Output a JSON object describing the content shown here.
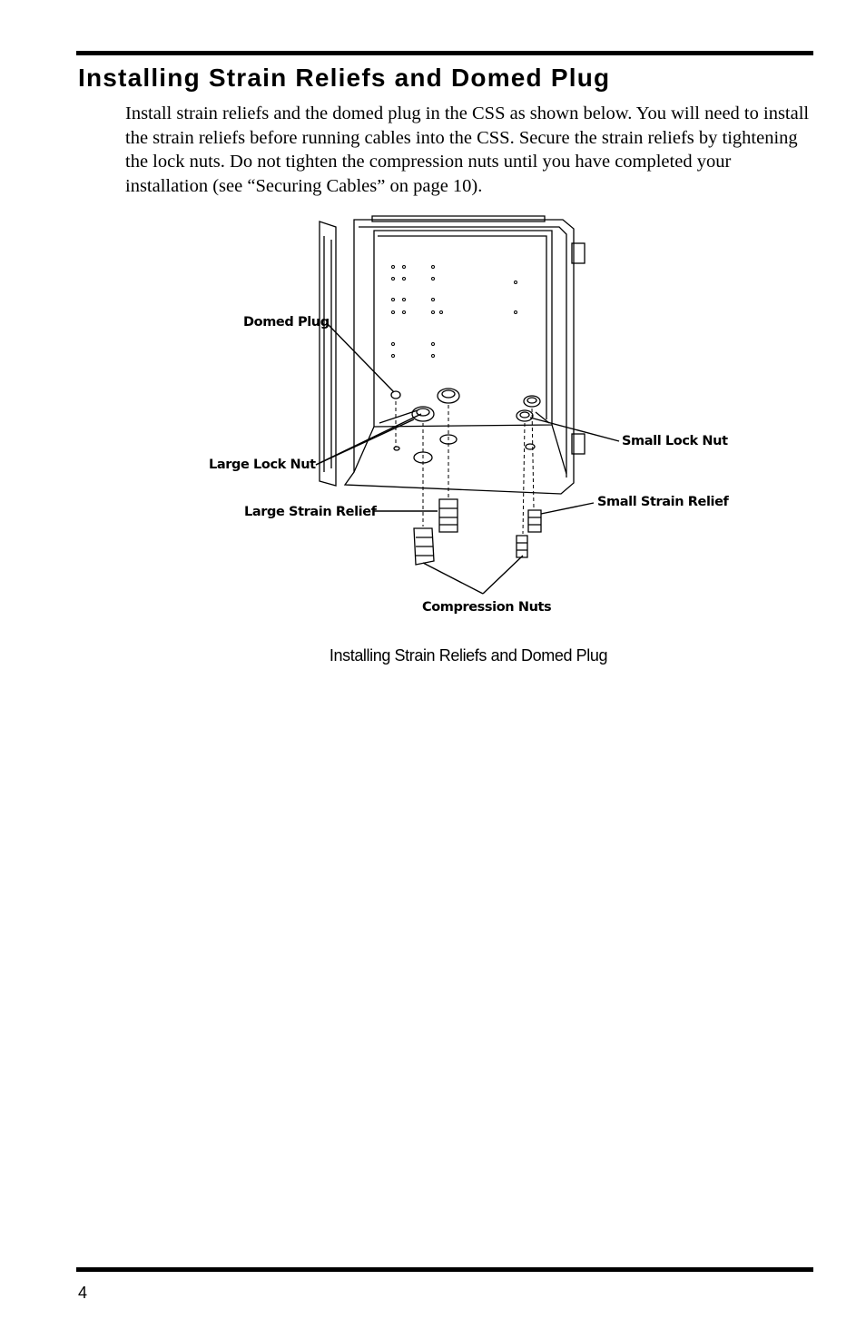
{
  "section": {
    "title": "Installing Strain Reliefs and Domed Plug",
    "body": "Install strain reliefs and the domed plug in the CSS as shown below. You will need to install the strain reliefs before running cables into the CSS. Secure the strain reliefs by tightening the lock nuts. Do not tighten the compression nuts until you have completed your installation (see “Securing Cables” on page 10)."
  },
  "figure": {
    "labels": {
      "domed_plug": "Domed Plug",
      "large_lock_nut": "Large Lock Nut",
      "large_strain_relief": "Large Strain Relief",
      "small_lock_nut": "Small Lock Nut",
      "small_strain_relief": "Small Strain Relief",
      "compression_nuts": "Compression Nuts"
    },
    "caption": "Installing Strain Reliefs and Domed Plug"
  },
  "footer": {
    "page_number": "4"
  }
}
